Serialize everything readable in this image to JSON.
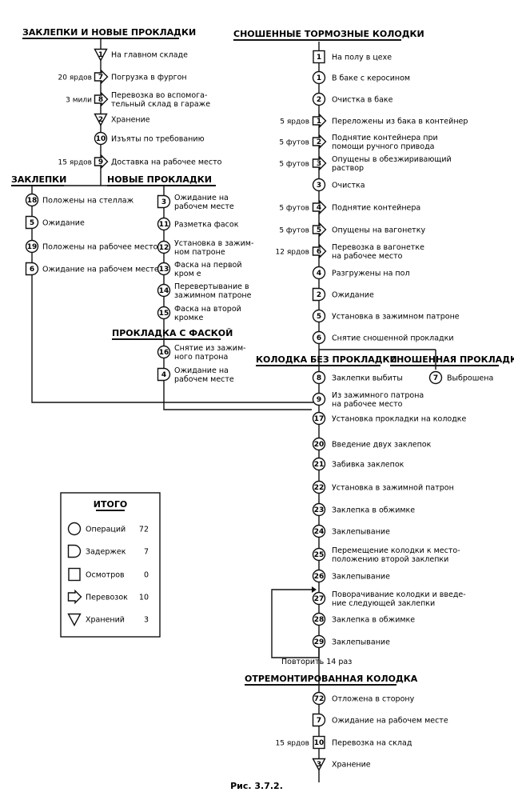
{
  "headers": {
    "rivets_pads": "ЗАКЛЕПКИ И НОВЫЕ ПРОКЛАДКИ",
    "worn_shoes": "СНОШЕННЫЕ ТОРМОЗНЫЕ КОЛОДКИ",
    "rivets": "ЗАКЛЕПКИ",
    "new_pads": "НОВЫЕ ПРОКЛАДКИ",
    "chamfer_pad": "ПРОКЛАДКА С ФАСКОЙ",
    "shoe_no_pad": "КОЛОДКА БЕЗ ПРОКЛАДКИ",
    "worn_pad": "СНОШЕННАЯ ПРОКЛАДКА",
    "repaired": "ОТРЕМОНТИРОВАННАЯ КОЛОДКА"
  },
  "left_top": [
    {
      "sym": "storage",
      "num": "1",
      "text": [
        "На главном складе"
      ],
      "dist": ""
    },
    {
      "sym": "transport",
      "num": "7",
      "text": [
        "Погрузка в фургон"
      ],
      "dist": "20 ярдов"
    },
    {
      "sym": "transport",
      "num": "8",
      "text": [
        "Перевозка во вспомога-",
        "тельный склад в гараже"
      ],
      "dist": "3 мили"
    },
    {
      "sym": "storage",
      "num": "2",
      "text": [
        "Хранение"
      ],
      "dist": ""
    },
    {
      "sym": "operation",
      "num": "10",
      "text": [
        "Изъяты по требованию"
      ],
      "dist": ""
    },
    {
      "sym": "transport",
      "num": "9",
      "text": [
        "Доставка на рабочее место"
      ],
      "dist": "15 ярдов"
    }
  ],
  "rivets_col": [
    {
      "sym": "operation",
      "num": "18",
      "text": [
        "Положены на стеллаж"
      ]
    },
    {
      "sym": "delay",
      "num": "5",
      "text": [
        "Ожидание"
      ]
    },
    {
      "sym": "operation",
      "num": "19",
      "text": [
        "Положены на рабочее место"
      ]
    },
    {
      "sym": "delay",
      "num": "6",
      "text": [
        "Ожидание на рабочем месте"
      ]
    }
  ],
  "pads_col": [
    {
      "sym": "delay",
      "num": "3",
      "text": [
        "Ожидание на",
        "рабочем месте"
      ]
    },
    {
      "sym": "operation",
      "num": "11",
      "text": [
        "Разметка фасок"
      ]
    },
    {
      "sym": "operation",
      "num": "12",
      "text": [
        "Установка в зажим-",
        "ном патроне"
      ]
    },
    {
      "sym": "operation",
      "num": "13",
      "text": [
        "Фаска на первой",
        "кром е"
      ]
    },
    {
      "sym": "operation",
      "num": "14",
      "text": [
        "Перевертывание в",
        "зажимном патроне"
      ]
    },
    {
      "sym": "operation",
      "num": "15",
      "text": [
        "Фаска на второй",
        "кромке"
      ]
    }
  ],
  "chamfer_col": [
    {
      "sym": "operation",
      "num": "16",
      "text": [
        "Снятие из зажим-",
        "ного патрона"
      ]
    },
    {
      "sym": "delay",
      "num": "4",
      "text": [
        "Ожидание на",
        "рабочем месте"
      ]
    }
  ],
  "right_col": [
    {
      "sym": "inspect",
      "num": "1",
      "text": [
        "На полу в цехе"
      ],
      "dist": ""
    },
    {
      "sym": "operation",
      "num": "1",
      "text": [
        "В баке с керосином"
      ],
      "dist": ""
    },
    {
      "sym": "operation",
      "num": "2",
      "text": [
        "Очистка в баке"
      ],
      "dist": ""
    },
    {
      "sym": "transport",
      "num": "1",
      "text": [
        "Переложены из бака в контейнер"
      ],
      "dist": "5 ярдов"
    },
    {
      "sym": "transport",
      "num": "2",
      "text": [
        "Поднятие контейнера при",
        "помощи ручного привода"
      ],
      "dist": "5 футов"
    },
    {
      "sym": "transport",
      "num": "3",
      "text": [
        "Опущены в обезжиривающий",
        "раствор"
      ],
      "dist": "5 футов"
    },
    {
      "sym": "operation",
      "num": "3",
      "text": [
        "Очистка"
      ],
      "dist": ""
    },
    {
      "sym": "transport",
      "num": "4",
      "text": [
        "Поднятие контейнера"
      ],
      "dist": "5 футов"
    },
    {
      "sym": "transport",
      "num": "5",
      "text": [
        "Опущены на вагонетку"
      ],
      "dist": "5 футов"
    },
    {
      "sym": "transport",
      "num": "6",
      "text": [
        "Перевозка в вагонетке",
        "на рабочее место"
      ],
      "dist": "12 ярдов"
    },
    {
      "sym": "operation",
      "num": "4",
      "text": [
        "Разгружены на пол"
      ],
      "dist": ""
    },
    {
      "sym": "delay",
      "num": "2",
      "text": [
        "Ожидание"
      ],
      "dist": ""
    },
    {
      "sym": "operation",
      "num": "5",
      "text": [
        "Установка в зажимном патроне"
      ],
      "dist": ""
    },
    {
      "sym": "operation",
      "num": "6",
      "text": [
        "Снятие сношенной прокладки"
      ],
      "dist": ""
    }
  ],
  "shoe_col": [
    {
      "sym": "operation",
      "num": "8",
      "text": [
        "Заклепки выбиты"
      ]
    },
    {
      "sym": "operation",
      "num": "9",
      "text": [
        "Из зажимного патрона",
        "на рабочее место"
      ]
    },
    {
      "sym": "operation",
      "num": "17",
      "text": [
        "Установка прокладки на колодке"
      ]
    },
    {
      "sym": "operation",
      "num": "20",
      "text": [
        "Введение двух заклепок"
      ]
    },
    {
      "sym": "operation",
      "num": "21",
      "text": [
        "Забивка заклепок"
      ]
    },
    {
      "sym": "operation",
      "num": "22",
      "text": [
        "Установка в зажимной патрон"
      ]
    },
    {
      "sym": "operation",
      "num": "23",
      "text": [
        "Заклепка в обжимке"
      ]
    },
    {
      "sym": "operation",
      "num": "24",
      "text": [
        "Заклепывание"
      ]
    },
    {
      "sym": "operation",
      "num": "25",
      "text": [
        "Перемещение колодки к место-",
        "положению второй заклепки"
      ]
    },
    {
      "sym": "operation",
      "num": "26",
      "text": [
        "Заклепывание"
      ]
    },
    {
      "sym": "operation",
      "num": "27",
      "text": [
        "Поворачивание колодки и введе-",
        "ние следующей заклепки"
      ]
    },
    {
      "sym": "operation",
      "num": "28",
      "text": [
        "Заклепка в обжимке"
      ]
    },
    {
      "sym": "operation",
      "num": "29",
      "text": [
        "Заклепывание"
      ]
    }
  ],
  "worn_pad_step": {
    "sym": "operation",
    "num": "7",
    "text": [
      "Выброшена"
    ]
  },
  "repeat_label": "Повторить 14 раз",
  "final_col": [
    {
      "sym": "operation",
      "num": "72",
      "text": [
        "Отложена в сторону"
      ],
      "dist": ""
    },
    {
      "sym": "delay",
      "num": "7",
      "text": [
        "Ожидание на рабочем месте"
      ],
      "dist": ""
    },
    {
      "sym": "inspect",
      "num": "10",
      "text": [
        "Перевозка на склад"
      ],
      "dist": "15 ярдов"
    },
    {
      "sym": "storage",
      "num": "3",
      "text": [
        "Хранение"
      ],
      "dist": ""
    }
  ],
  "summary": {
    "title": "ИТОГО",
    "rows": [
      {
        "sym": "operation",
        "label": "Операций",
        "value": "72"
      },
      {
        "sym": "delay",
        "label": "Задержек",
        "value": "7"
      },
      {
        "sym": "inspect",
        "label": "Осмотров",
        "value": "0"
      },
      {
        "sym": "transport",
        "label": "Перевозок",
        "value": "10"
      },
      {
        "sym": "storage",
        "label": "Хранений",
        "value": "3"
      }
    ]
  },
  "caption": "Рис. 3.7.2."
}
